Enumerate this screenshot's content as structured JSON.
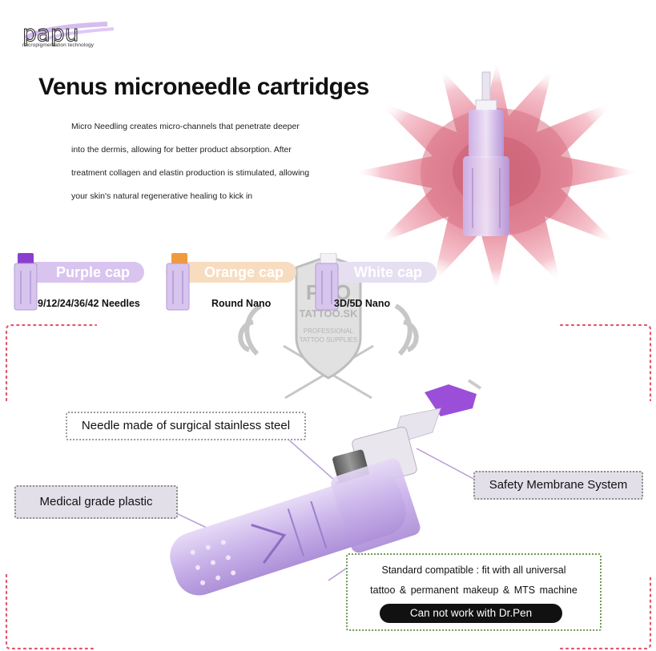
{
  "brand": {
    "logo_text": "papu",
    "tagline": "micropigmentation technology"
  },
  "title": "Venus microneedle cartridges",
  "description": [
    "Micro Needling creates micro-channels that penetrate deeper",
    "into the dermis, allowing for better product absorption. After",
    "treatment collagen and elastin production is stimulated, allowing",
    "your skin's natural regenerative healing to kick in"
  ],
  "caps": [
    {
      "label": "Purple cap",
      "caption": "9/12/24/36/42 Needles",
      "color": "#9b4fd8"
    },
    {
      "label": "Orange cap",
      "caption": "Round Nano",
      "color": "#f0a04a"
    },
    {
      "label": "White cap",
      "caption": "3D/5D Nano",
      "color": "#eeeaf5"
    }
  ],
  "watermark": {
    "line1": "PRO",
    "line2": "TATTOO.SK",
    "line3": "PROFESSIONAL",
    "line4": "TATTOO SUPPLIES"
  },
  "callouts": {
    "needle": "Needle made of surgical stainless steel",
    "membrane": "Safety Membrane  System",
    "plastic": "Medical grade plastic"
  },
  "compatibility": {
    "line1": "Standard compatible : fit with all universal",
    "line2": "tattoo  &  permanent makeup  &  MTS machine",
    "warning": "Can not work with Dr.Pen"
  },
  "colors": {
    "accent_purple": "#9b4fd8",
    "frame_red": "#e05a6a",
    "compat_green": "#6f9a55"
  }
}
